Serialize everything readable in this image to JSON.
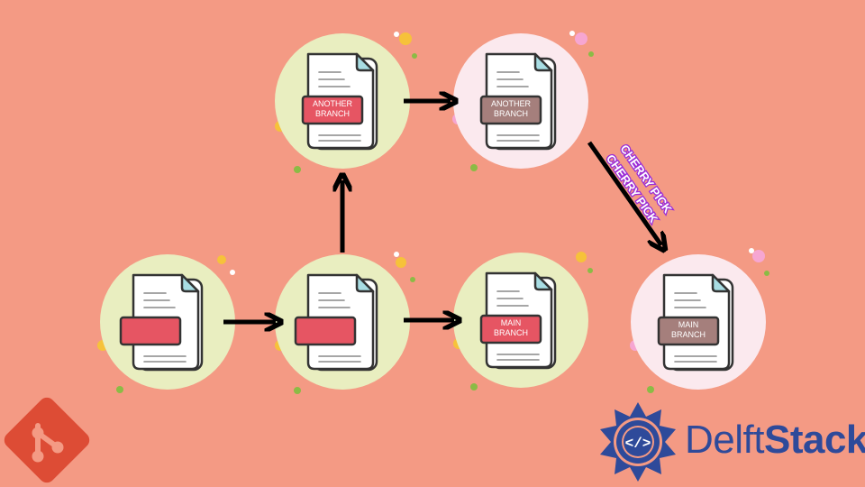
{
  "colors": {
    "background": "#f49a84",
    "circle_green": "#e9eec0",
    "circle_pink": "#fbe9ee",
    "label_red": "#e65563",
    "label_mauve": "#a57f7c",
    "arrow": "#000000",
    "cherry_text": "#ffffff",
    "cherry_outline": "#9b2dd6",
    "git_logo": "#dd4c35",
    "brand_blue": "#2e4a9a"
  },
  "nodes": [
    {
      "id": "n1",
      "style": "green",
      "label_color": "red",
      "label": ""
    },
    {
      "id": "n2",
      "style": "green",
      "label_color": "red",
      "label": ""
    },
    {
      "id": "n3",
      "style": "green",
      "label_color": "red",
      "label": "ANOTHER\nBRANCH"
    },
    {
      "id": "n4",
      "style": "green",
      "label_color": "red",
      "label": "MAIN\nBRANCH"
    },
    {
      "id": "n5",
      "style": "pink",
      "label_color": "mauve",
      "label": "ANOTHER\nBRANCH"
    },
    {
      "id": "n6",
      "style": "pink",
      "label_color": "mauve",
      "label": "MAIN\nBRANCH"
    }
  ],
  "edges": [
    {
      "from": "n1",
      "to": "n2"
    },
    {
      "from": "n2",
      "to": "n3"
    },
    {
      "from": "n2",
      "to": "n4"
    },
    {
      "from": "n3",
      "to": "n5"
    },
    {
      "from": "n5",
      "to": "n6",
      "label": "CHERRY PICK"
    }
  ],
  "cherry_pick": {
    "line1": "CHERRY PICK",
    "line2": "CHERRY PICK"
  },
  "icons": {
    "git": "git-logo-icon",
    "delftstack": "delftstack-logo-icon",
    "file": "document-icon"
  },
  "brand": {
    "part1": "Delft",
    "part2": "Stack"
  }
}
